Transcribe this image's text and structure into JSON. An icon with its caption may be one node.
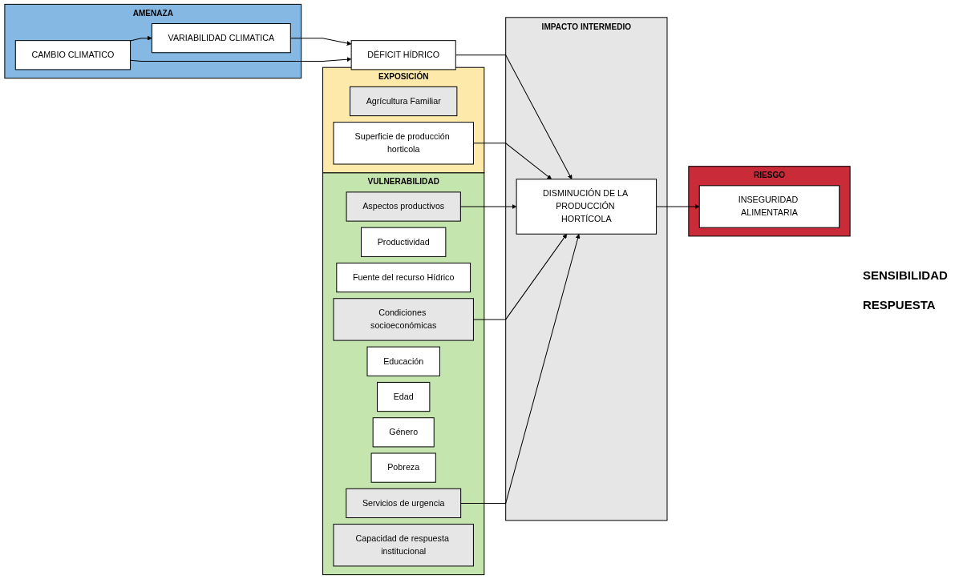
{
  "diagram": {
    "nodes": [
      {
        "text": [
          "AMENAZA"
        ]
      },
      {
        "text": [
          "VARIABILIDAD CLIMATICA"
        ],
        "in": 0
      },
      {
        "text": [
          "CAMBIO CLIMATICO"
        ],
        "in": 0
      },
      {
        "text": [
          "DÉFICIT HÍDRICO"
        ]
      },
      {
        "text": [
          "EXPOSICIÓN"
        ]
      },
      {
        "text": [
          "Agrícultura Familiar"
        ],
        "in": 4
      },
      {
        "text": [
          "Superficie de producción horticola"
        ],
        "in": 4
      },
      {
        "text": [
          "IMPACTO INTERMEDIO"
        ]
      },
      {
        "text": [
          "DISMINUCIÓN DE LA PRODUCCIÓN HORTÍCOLA"
        ],
        "in": 7
      },
      {
        "text": [
          "RIESGO"
        ]
      },
      {
        "text": [
          "INSEGURIDAD ALIMENTARIA"
        ],
        "in": 9
      },
      {
        "text": [
          "VULNERABILIDAD"
        ]
      },
      {
        "text": [
          "Aspectos productivos"
        ],
        "in": 11
      },
      {
        "text": [
          "Productividad"
        ],
        "in": 11
      },
      {
        "text": [
          "Fuente del recurso Hídrico"
        ],
        "in": 11
      },
      {
        "text": [
          "Condiciones socioeconómicas"
        ],
        "in": 11
      },
      {
        "text": [
          "Educación"
        ],
        "in": 11
      },
      {
        "text": [
          "Edad"
        ],
        "in": 11
      },
      {
        "text": [
          "Género"
        ],
        "in": 11
      },
      {
        "text": [
          "Pobreza"
        ],
        "in": 11
      },
      {
        "text": [
          "Servicios de urgencia"
        ],
        "in": 11
      },
      {
        "text": [
          "Capacidad de respuesta institucional"
        ],
        "in": 11
      }
    ],
    "edges": [
      {
        "from": 2,
        "to": 1,
        "arrow": "to"
      },
      {
        "from": 1,
        "to": 3,
        "arrow": "to"
      },
      {
        "from": 2,
        "to": 3,
        "arrow": "to"
      },
      {
        "from": 3,
        "to": 8,
        "arrow": "to"
      },
      {
        "from": 6,
        "to": 8,
        "arrow": "to"
      },
      {
        "from": 12,
        "to": 8,
        "arrow": "to"
      },
      {
        "from": 15,
        "to": 8,
        "arrow": "to"
      },
      {
        "from": 20,
        "to": 8,
        "arrow": "to"
      },
      {
        "from": 8,
        "to": 10,
        "arrow": "to"
      }
    ],
    "labels": [
      "SENSIBILIDAD",
      "RESPUESTA"
    ]
  }
}
